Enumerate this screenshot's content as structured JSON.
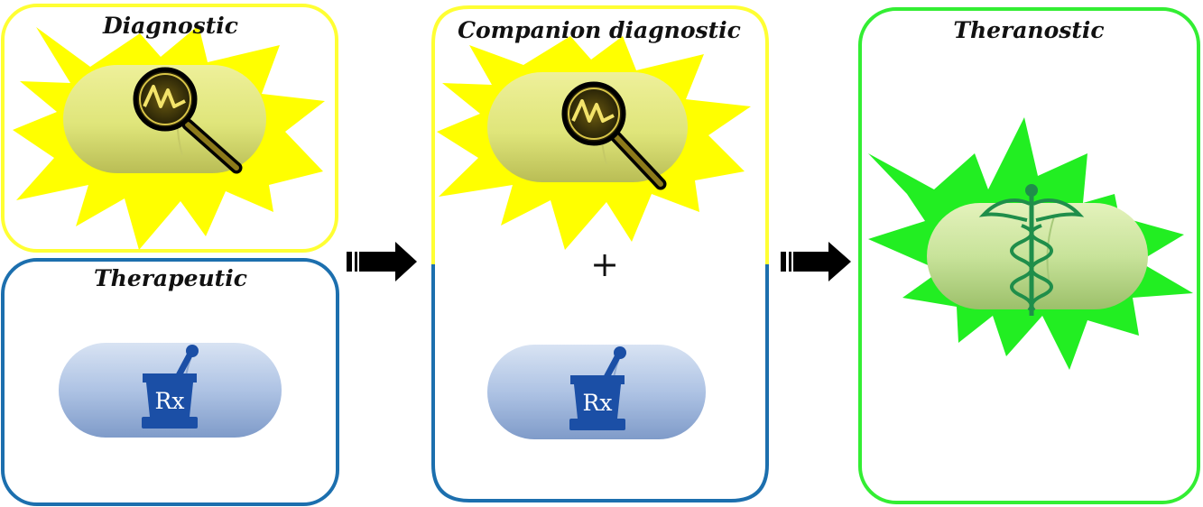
{
  "panels": {
    "diagnostic": {
      "title": "Diagnostic",
      "icon": "magnifying-glass-icon",
      "pill_color": "#dfe57a",
      "burst_color": "#ffff00",
      "border_color": "#ffff33"
    },
    "therapeutic": {
      "title": "Therapeutic",
      "icon": "mortar-pestle-rx-icon",
      "icon_text": "Rx",
      "pill_color": "#a9c0e3",
      "border_color": "#1c6fae"
    },
    "companion": {
      "title": "Companion diagnostic",
      "plus": "+",
      "border_top_color": "#ffff33",
      "border_bottom_color": "#1c6fae"
    },
    "theranostic": {
      "title": "Theranostic",
      "icon": "caduceus-icon",
      "pill_color": "#c8e39a",
      "burst_color": "#22ee22",
      "border_color": "#33ee33"
    }
  },
  "arrows": [
    {
      "name": "arrow-to-companion",
      "icon": "right-arrow-icon",
      "color": "#000000"
    },
    {
      "name": "arrow-to-theranostic",
      "icon": "right-arrow-icon",
      "color": "#000000"
    }
  ]
}
